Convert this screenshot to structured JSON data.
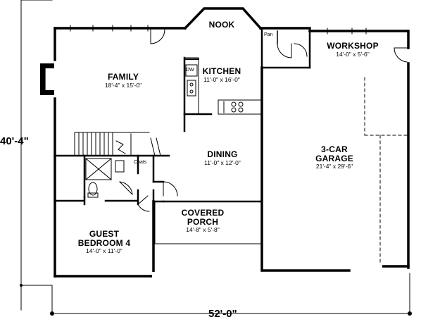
{
  "rooms": {
    "nook": {
      "name": "NOOK"
    },
    "family": {
      "name": "FAMILY",
      "dims": "18'-4\" x 15'-0\""
    },
    "kitchen": {
      "name": "KITCHEN",
      "dims": "11'-0\" x 16'-0\""
    },
    "workshop": {
      "name": "WORKSHOP",
      "dims": "14'-0\" x 5'-6\""
    },
    "dining": {
      "name": "DINING",
      "dims": "11'-0\" x 12'-0\""
    },
    "garage": {
      "name_line1": "3-CAR",
      "name_line2": "GARAGE",
      "dims": "21'-4\" x 29'-6\""
    },
    "porch": {
      "name_line1": "COVERED",
      "name_line2": "PORCH",
      "dims": "14'-8\" x 5'-8\""
    },
    "bedroom": {
      "name_line1": "GUEST",
      "name_line2": "BEDROOM 4",
      "dims": "14'-0\" x 11'-0\""
    }
  },
  "labels": {
    "pan": "Pan",
    "dw": "DW",
    "coats": "Coats"
  },
  "dimensions": {
    "depth": "40'-4\"",
    "width": "52'-0\""
  }
}
